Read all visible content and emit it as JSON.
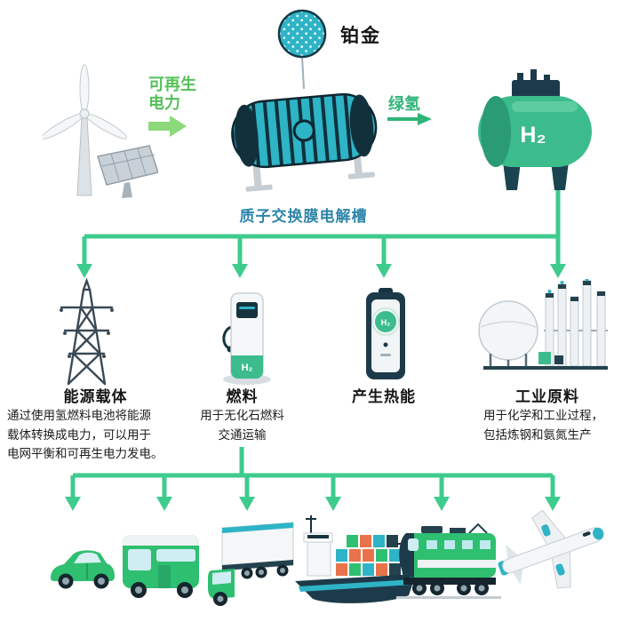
{
  "flow": {
    "renewable_power": "可再生\n电力",
    "platinum": "铂金",
    "electrolyzer": "质子交换膜电解槽",
    "green_hydrogen": "绿氢",
    "h2": "H₂"
  },
  "applications": [
    {
      "title": "能源载体",
      "desc": "通过使用氢燃料电池将能源\n载体转换成电力，可以用于\n电网平衡和可再生电力发电。"
    },
    {
      "title": "燃料",
      "desc": "用于无化石燃料\n交通运输"
    },
    {
      "title": "产生热能",
      "desc": ""
    },
    {
      "title": "工业原料",
      "desc": "用于化学和工业过程，\n包括炼钢和氨氮生产"
    }
  ],
  "transport_modes": [
    "car",
    "bus",
    "truck",
    "container-ship",
    "train",
    "airplane"
  ],
  "colors": {
    "arrow_green": "#3ecb8e",
    "light_green_arrow": "#8bd97a",
    "label_green": "#55c05a",
    "hydrogen_green": "#2fb478",
    "pem_blue": "#2e85a8",
    "teal": "#2fb3c6",
    "dark_navy": "#1d3a4a",
    "tank_green": "#3cbc8c",
    "text_dark": "#161616"
  }
}
